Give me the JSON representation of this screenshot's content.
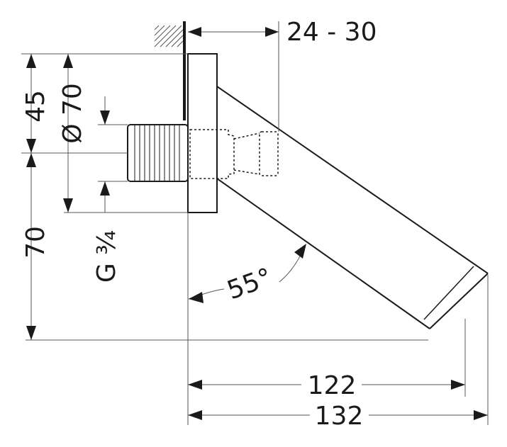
{
  "dimensions": {
    "wall_offset": "24 - 30",
    "rosette_height_upper": "45",
    "rosette_diameter": "Ø 70",
    "lower_height": "70",
    "thread": "G ¾",
    "angle": "55°",
    "projection_inner": "122",
    "projection_total": "132"
  }
}
